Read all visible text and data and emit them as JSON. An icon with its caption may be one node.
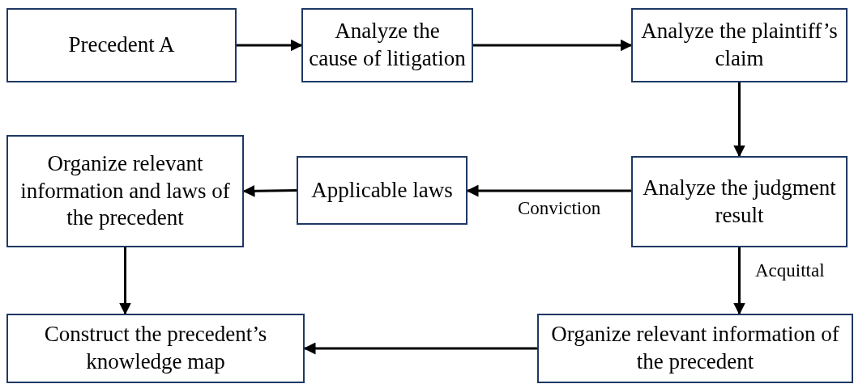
{
  "diagram": {
    "nodes": [
      {
        "text": [
          "Precedent A"
        ]
      },
      {
        "text": [
          "Analyze the cause of litigation"
        ]
      },
      {
        "text": [
          "Analyze the plaintiff’s claim"
        ]
      },
      {
        "text": [
          "Organize relevant information and laws of the precedent"
        ]
      },
      {
        "text": [
          "Applicable laws"
        ]
      },
      {
        "text": [
          "Analyze the judgment result"
        ]
      },
      {
        "text": [
          "Construct the precedent’s knowledge map"
        ]
      },
      {
        "text": [
          "Organize relevant information of the precedent"
        ]
      }
    ],
    "edges": [
      {
        "from": 0,
        "to": 1,
        "arrow": "to"
      },
      {
        "from": 1,
        "to": 2,
        "arrow": "to"
      },
      {
        "from": 2,
        "to": 5,
        "arrow": "to"
      },
      {
        "from": 5,
        "to": 4,
        "arrow": "to",
        "label": "Conviction"
      },
      {
        "from": 4,
        "to": 3,
        "arrow": "to"
      },
      {
        "from": 3,
        "to": 6,
        "arrow": "to"
      },
      {
        "from": 5,
        "to": 7,
        "arrow": "to",
        "label": "Acquittal"
      },
      {
        "from": 7,
        "to": 6,
        "arrow": "to"
      }
    ]
  }
}
